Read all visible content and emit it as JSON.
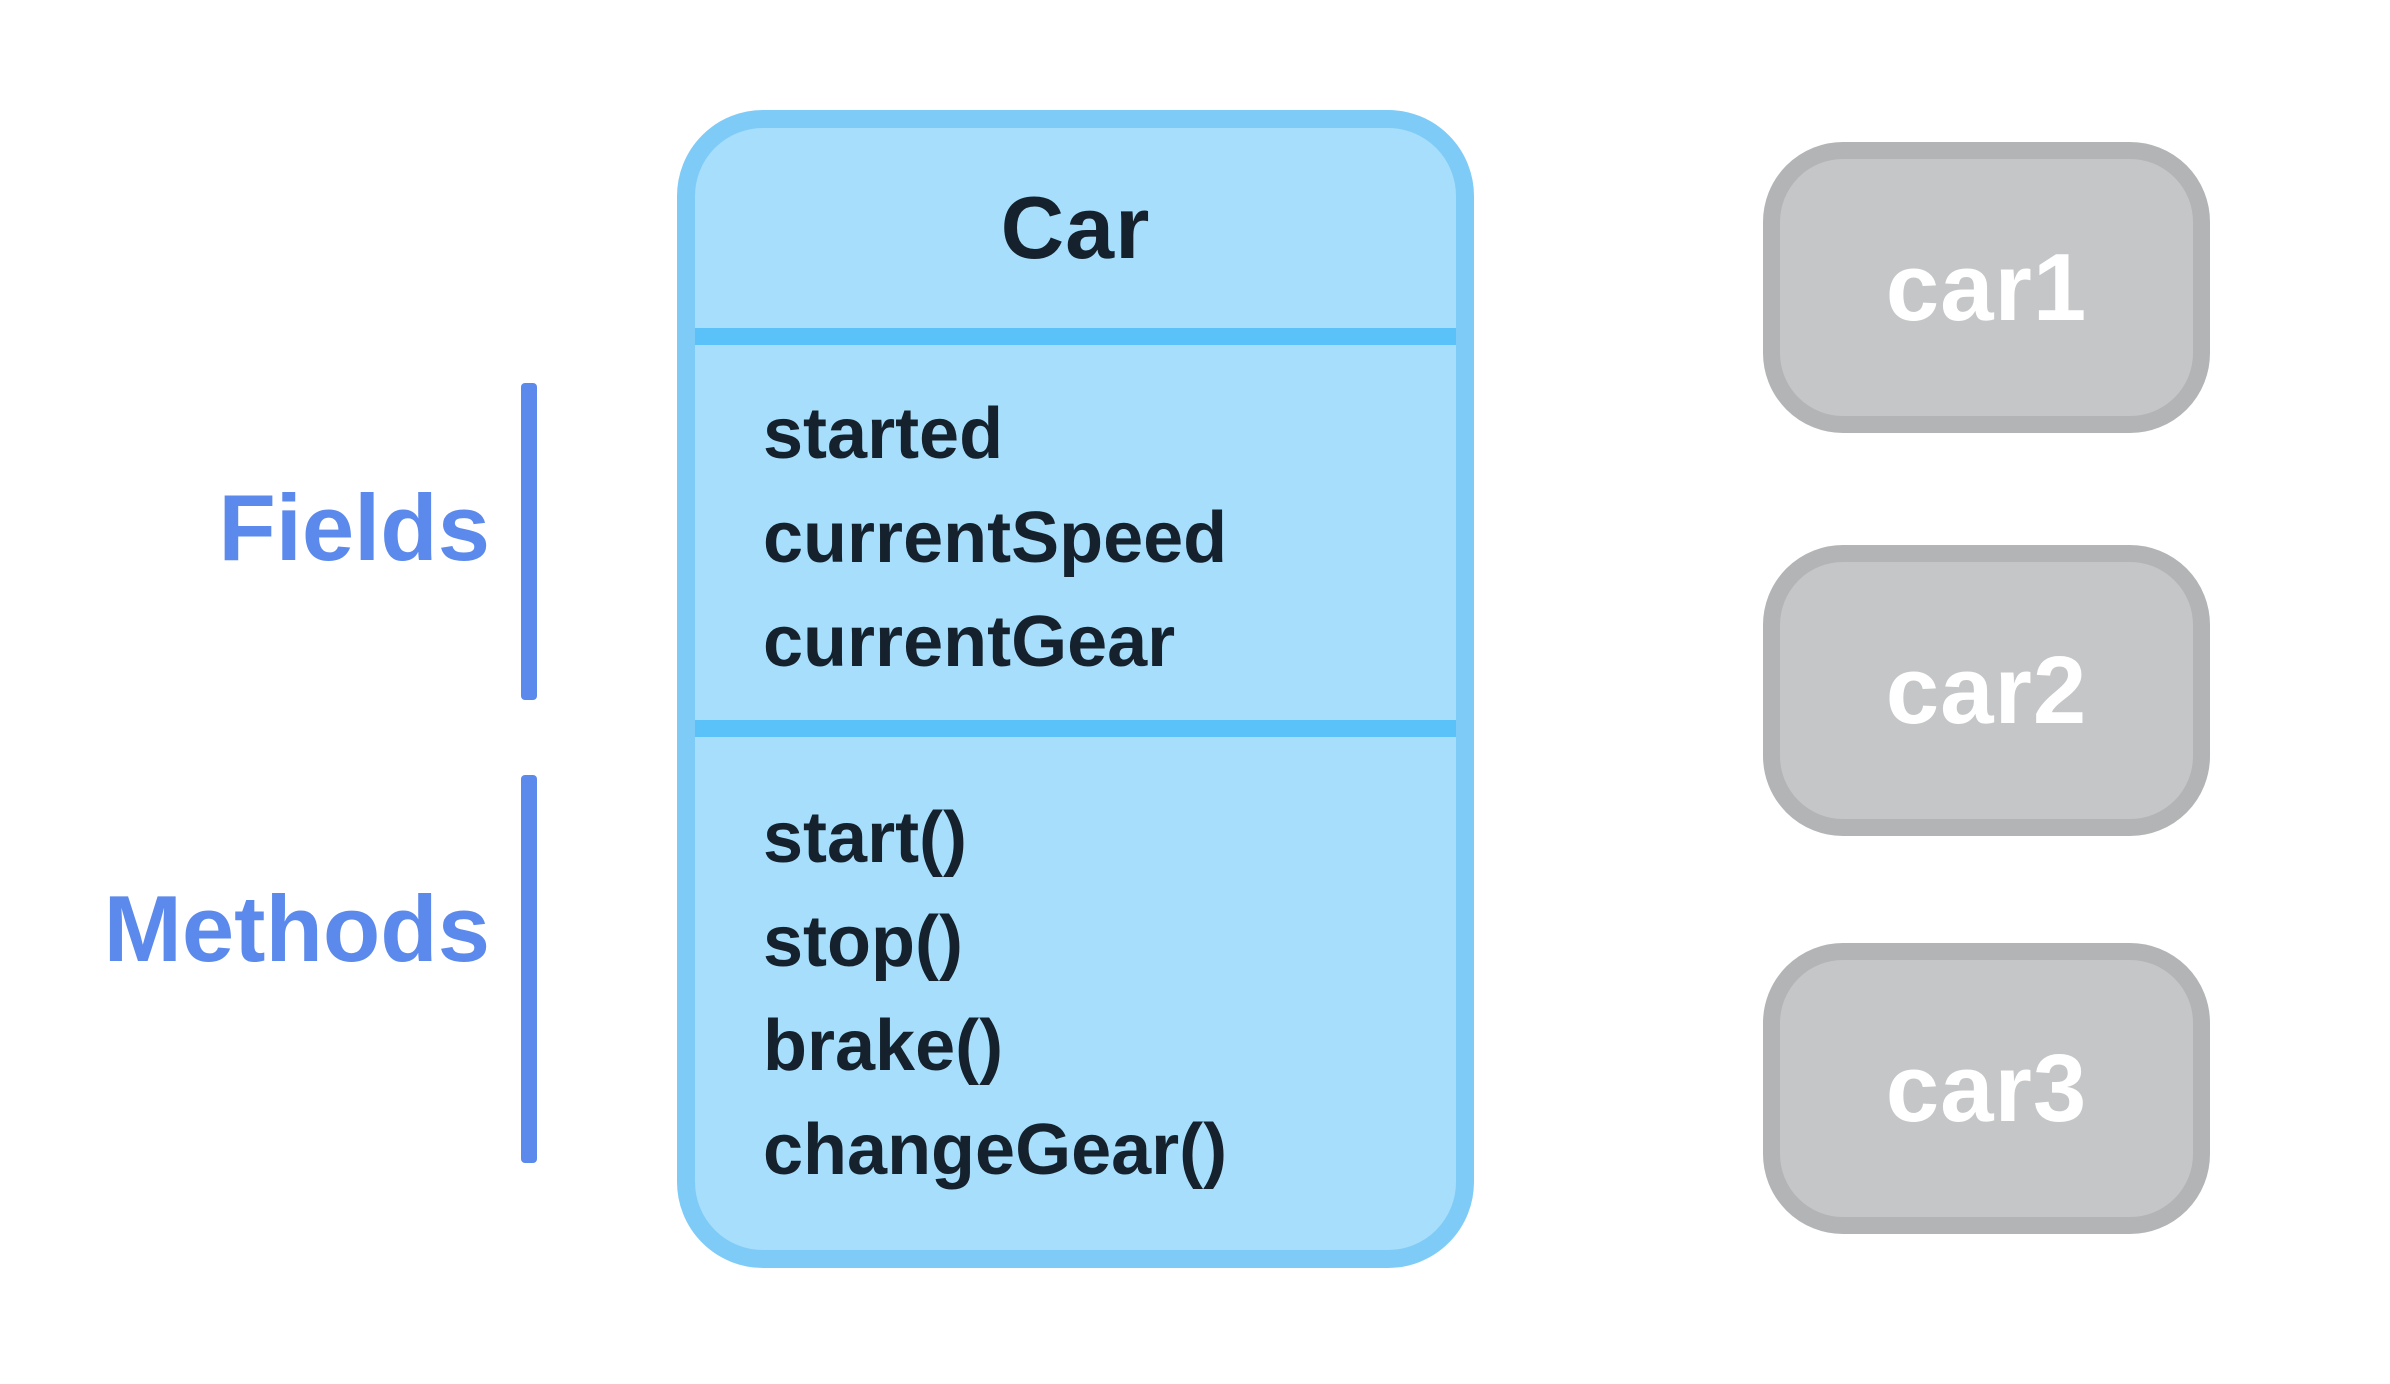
{
  "class_box": {
    "title": "Car",
    "fields": [
      "started",
      "currentSpeed",
      "currentGear"
    ],
    "methods": [
      "start()",
      "stop()",
      "brake()",
      "changeGear()"
    ]
  },
  "annotations": {
    "fields_label": "Fields",
    "methods_label": "Methods"
  },
  "instances": [
    {
      "label": "car1"
    },
    {
      "label": "car2"
    },
    {
      "label": "car3"
    }
  ],
  "colors": {
    "background": "#ffffff",
    "class_fill": "#a6defb",
    "class_border": "#7fcbf7",
    "divider": "#5ac2f8",
    "class_text": "#15212c",
    "annotation": "#5c8aec",
    "instance_fill": "#c5c6c7",
    "instance_border": "#b2b4b5",
    "instance_text": "#ffffff"
  }
}
